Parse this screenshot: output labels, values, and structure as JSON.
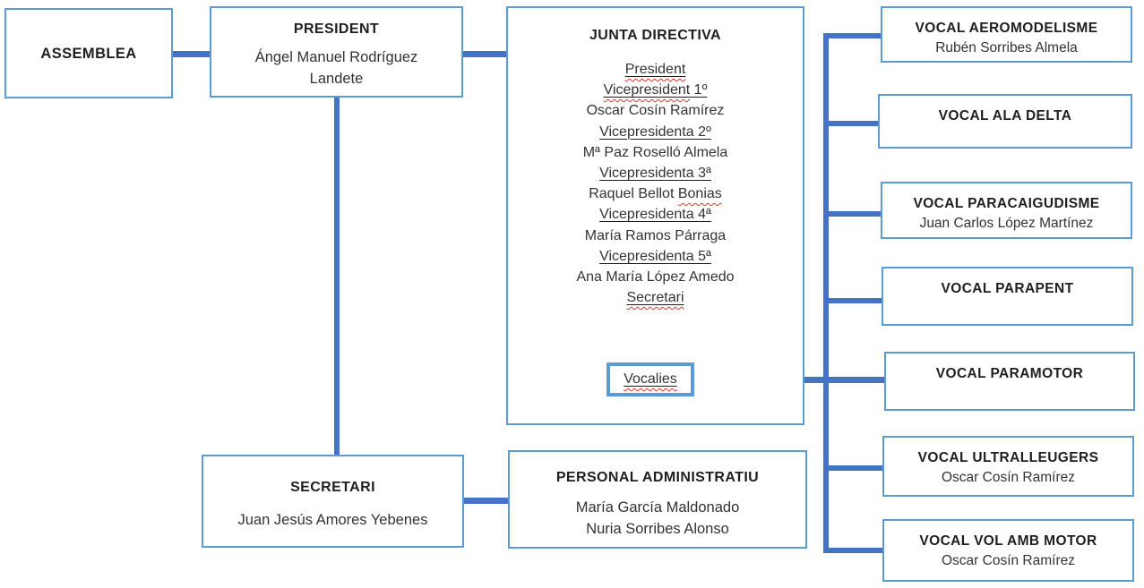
{
  "palette": {
    "box_border": "#5B9BD5",
    "connector": "#4472C4",
    "title_text": "#1f1f1f",
    "body_text": "#333333",
    "squiggle_red": "#dc362e"
  },
  "assemblea": {
    "title": "ASSEMBLEA"
  },
  "president": {
    "title": "PRESIDENT",
    "name": "Ángel Manuel Rodríguez Landete"
  },
  "junta": {
    "title": "JUNTA DIRECTIVA",
    "items": [
      [
        {
          "text": "President",
          "underline": true,
          "squiggle": true
        }
      ],
      [
        {
          "text": "Vicepresident",
          "underline": true,
          "squiggle": true
        },
        {
          "text": " 1º",
          "underline": true
        }
      ],
      [
        {
          "text": "Oscar Cosín Ramírez"
        }
      ],
      [
        {
          "text": "Vicepresidenta 2º",
          "underline": true
        }
      ],
      [
        {
          "text": "Mª Paz Roselló Almela"
        }
      ],
      [
        {
          "text": "Vicepresidenta 3ª",
          "underline": true
        }
      ],
      [
        {
          "text": "Raquel Bellot "
        },
        {
          "text": "Bonias",
          "squiggle": true
        }
      ],
      [
        {
          "text": "Vicepresidenta 4ª",
          "underline": true
        }
      ],
      [
        {
          "text": "María Ramos Párraga"
        }
      ],
      [
        {
          "text": "Vicepresidenta 5ª",
          "underline": true
        }
      ],
      [
        {
          "text": "Ana María López Amedo"
        }
      ],
      [
        {
          "text": "Secretari",
          "underline": true,
          "squiggle": true
        }
      ]
    ]
  },
  "vocalies": {
    "label": "Vocalies"
  },
  "secretari": {
    "title": "SECRETARI",
    "name": "Juan Jesús Amores Yebenes"
  },
  "personal": {
    "title": "PERSONAL ADMINISTRATIU",
    "names": [
      "María García Maldonado",
      "Nuria Sorribes Alonso"
    ]
  },
  "vocals": [
    {
      "title": "VOCAL AEROMODELISME",
      "name": "Rubén Sorribes Almela"
    },
    {
      "title": "VOCAL ALA DELTA",
      "name": ""
    },
    {
      "title": "VOCAL PARACAIGUDISME",
      "name": "Juan Carlos López Martínez"
    },
    {
      "title": "VOCAL PARAPENT",
      "name": ""
    },
    {
      "title": "VOCAL PARAMOTOR",
      "name": ""
    },
    {
      "title": "VOCAL ULTRALLEUGERS",
      "name": "Oscar Cosín Ramírez"
    },
    {
      "title": "VOCAL VOL AMB MOTOR",
      "name": "Oscar Cosín Ramírez"
    }
  ]
}
